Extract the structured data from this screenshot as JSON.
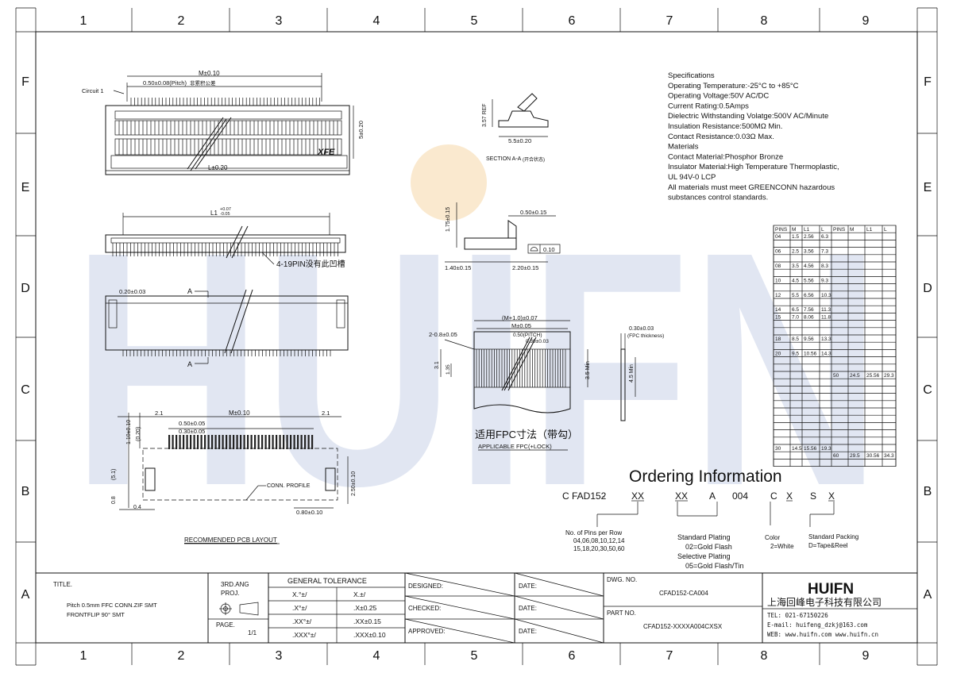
{
  "colors": {
    "line": "#111111",
    "watermark": "#c9d3e8",
    "watermark_dot": "#f6d8a8"
  },
  "watermark_text": "HUIFN",
  "zones": {
    "columns": [
      "1",
      "2",
      "3",
      "4",
      "5",
      "6",
      "7",
      "8",
      "9"
    ],
    "rows": [
      "F",
      "E",
      "D",
      "C",
      "B",
      "A"
    ]
  },
  "top_view": {
    "circuit_label": "Circuit 1",
    "pitch": "0.50±0.08(Pitch)",
    "pitch_note": "非累积公差",
    "m_dim": "M±0.10",
    "l_dim": "L±0.20",
    "height_dim": "5±0.20",
    "brand": "XFE"
  },
  "side_view": {
    "l1_dim": "L1",
    "l1_tol_plus": "+0.07",
    "l1_tol_minus": "-0.05",
    "groove_note": "4-19PIN没有此凹槽"
  },
  "front_view": {
    "dim_a": "0.20±0.03",
    "marker": "A"
  },
  "section": {
    "height": "3.57 REF",
    "width": "5.5±0.20",
    "caption": "SECTION A-A",
    "caption_cn": "(开合状态)"
  },
  "side_dims": {
    "h": "1.75±0.15",
    "top": "0.50±0.15",
    "flat": "0.10",
    "left": "1.40±0.15",
    "right": "2.20±0.15"
  },
  "fpc": {
    "title": "(M+1.0)±0.07",
    "m": "M±0.05",
    "pitch": "0.50(PITCH)",
    "pitch_tol": "0.30±0.03",
    "left": "2-0.8±0.05",
    "h1": "3.1",
    "h2": "1.35",
    "h3": "3.5 Min",
    "thickness": "0.30±0.03",
    "thickness_note": "(FPC thickness)",
    "h4": "4.5 Min",
    "caption_cn": "适用FPC寸法（带勾）",
    "caption_en": "APPLICABLE FPC(+LOCK)"
  },
  "pcb": {
    "left_ext": "2.1",
    "right_ext": "2.1",
    "m": "M±0.10",
    "pad_w": "0.50±0.05",
    "pad_s": "0.30±0.05",
    "v1": "1.10±0.10",
    "v2": "(0.20)",
    "v3": "(5.1)",
    "v4": "0.8",
    "v5": "0.4",
    "v6": "2.50±0.10",
    "v7": "0.80±0.10",
    "profile": "CONN. PROFILE",
    "caption": "RECOMMENDED PCB LAYOUT"
  },
  "specs": [
    "Specifications",
    "Operating Temperature:-25°C to +85°C",
    "Operating Voltage:50V AC/DC",
    "Current Rating:0.5Amps",
    "Dielectric Withstanding Volatge:500V AC/Minute",
    "Insulation Resistance:500MΩ Min.",
    "Contact Resistance:0.03Ω Max.",
    "Materials",
    "Contact Material:Phosphor Bronze",
    "Insulator Material:High Temperature Thermoplastic,",
    "UL 94V-0 LCP",
    "All materials must meet GREENCONN hazardous",
    "substances control standards."
  ],
  "dim_table": {
    "headers": [
      "PINS",
      "M",
      "L1",
      "L",
      "PINS",
      "M",
      "L1",
      "L"
    ],
    "left_rows": [
      [
        "04",
        "1.5",
        "2.56",
        "6.3"
      ],
      [
        " ",
        " ",
        " ",
        " "
      ],
      [
        "06",
        "2.5",
        "3.56",
        "7.3"
      ],
      [
        " ",
        " ",
        " ",
        " "
      ],
      [
        "08",
        "3.5",
        "4.56",
        "8.3"
      ],
      [
        " ",
        " ",
        " ",
        " "
      ],
      [
        "10",
        "4.5",
        "5.56",
        "9.3"
      ],
      [
        " ",
        " ",
        " ",
        " "
      ],
      [
        "12",
        "5.5",
        "6.56",
        "10.3"
      ],
      [
        " ",
        " ",
        " ",
        " "
      ],
      [
        "14",
        "6.5",
        "7.56",
        "11.3"
      ],
      [
        "15",
        "7.0",
        "8.06",
        "11.8"
      ],
      [
        " ",
        " ",
        " ",
        " "
      ],
      [
        " ",
        " ",
        " ",
        " "
      ],
      [
        "18",
        "8.5",
        "9.56",
        "13.3"
      ],
      [
        " ",
        " ",
        " ",
        " "
      ],
      [
        "20",
        "9.5",
        "10.56",
        "14.3"
      ]
    ],
    "right_row_50": [
      "50",
      "24.5",
      "25.56",
      "29.3"
    ],
    "left_row_30": [
      "30",
      "14.5",
      "15.56",
      "19.3"
    ],
    "right_row_60": [
      "60",
      "29.5",
      "30.56",
      "34.3"
    ]
  },
  "ordering": {
    "title": "Ordering Information",
    "code": [
      "C",
      "FAD152",
      "-",
      "XX",
      "XX",
      "A",
      "004",
      "C",
      "X",
      "S",
      "X"
    ],
    "pins_title": "No. of Pins per Row",
    "pins_list1": "04,06,08,10,12,14",
    "pins_list2": "15,18,20,30,50,60",
    "plating_title": "Standard Plating",
    "plating_std": "02=Gold Flash",
    "plating_sel_title": "Selective Plating",
    "plating_sel": "05=Gold Flash/Tin",
    "color_title": "Color",
    "color_val": "2=White",
    "pack_title": "Standard Packing",
    "pack_val": "D=Tape&Reel"
  },
  "title_block": {
    "title_label": "TITLE.",
    "title_line1": "Pitch 0.5mm FFC CONN.ZIF SMT",
    "title_line2": "FRONTFLIP 90° SMT",
    "angle": "3RD.ANG",
    "proj": "PROJ.",
    "page_label": "PAGE.",
    "page_val": "1/1",
    "tol_title": "GENERAL TOLERANCE",
    "tol_rows": [
      [
        "X.°±/",
        "X.±/"
      ],
      [
        ".X°±/",
        ".X±0.25"
      ],
      [
        ".XX°±/",
        ".XX±0.15"
      ],
      [
        ".XXX°±/",
        ".XXX±0.10"
      ]
    ],
    "designed": "DESIGNED:",
    "checked": "CHECKED:",
    "approved": "APPROVED:",
    "date": "DATE:",
    "dwg_label": "DWG. NO.",
    "dwg_val": "CFAD152-CA004",
    "part_label": "PART NO.",
    "part_val": "CFAD152-XXXXA004CXSX",
    "company_logo": "HUIFN",
    "company_cn": "上海回峰电子科技有限公司",
    "tel": "TEL: 021-67150226",
    "email": "E-mail: huifeng_dzkj@163.com",
    "web": "WEB: www.huifn.com  www.huifn.cn"
  }
}
